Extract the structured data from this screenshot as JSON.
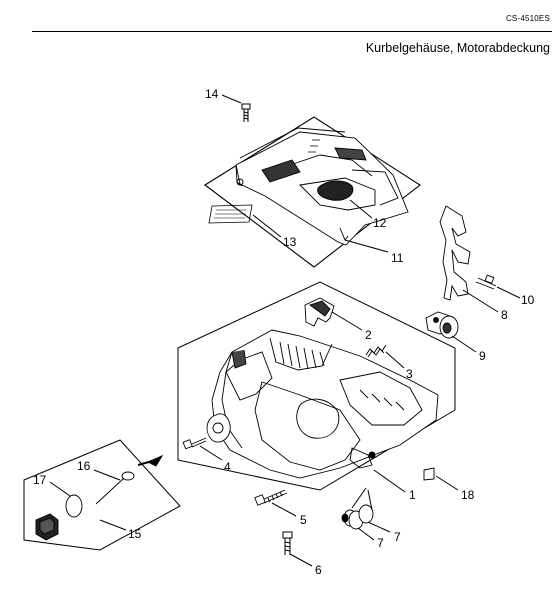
{
  "header": {
    "model_code": "CS-4510ES",
    "title": "Kurbelgehäuse, Motorabdeckung"
  },
  "callouts": [
    "1",
    "2",
    "3",
    "4",
    "5",
    "6",
    "7",
    "7",
    "8",
    "9",
    "10",
    "11",
    "12",
    "13",
    "14",
    "15",
    "16",
    "17",
    "18"
  ]
}
